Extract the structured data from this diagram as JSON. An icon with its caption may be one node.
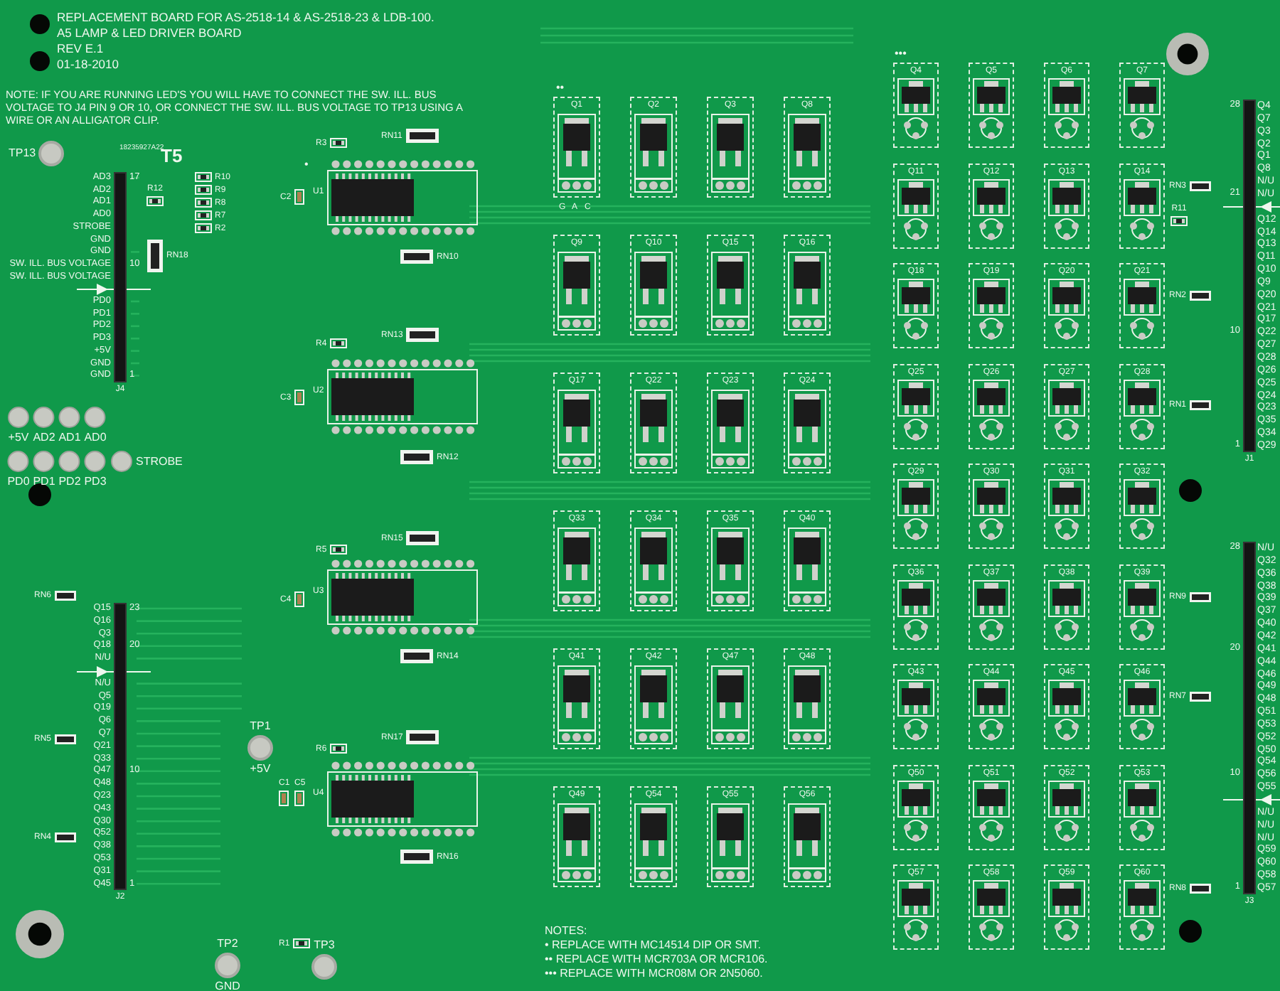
{
  "diagram": {
    "nodes": [
      {
        "text": [
          "Q1"
        ],
        "beside": [
          "••"
        ]
      },
      {
        "text": [
          "Q2"
        ]
      },
      {
        "text": [
          "Q3"
        ]
      },
      {
        "text": [
          "Q8"
        ]
      },
      {
        "text": [
          "Q9"
        ]
      },
      {
        "text": [
          "Q10"
        ]
      },
      {
        "text": [
          "Q15"
        ]
      },
      {
        "text": [
          "Q16"
        ]
      },
      {
        "text": [
          "Q17"
        ]
      },
      {
        "text": [
          "Q22"
        ]
      },
      {
        "text": [
          "Q23"
        ]
      },
      {
        "text": [
          "Q24"
        ]
      },
      {
        "text": [
          "Q33"
        ]
      },
      {
        "text": [
          "Q34"
        ]
      },
      {
        "text": [
          "Q35"
        ]
      },
      {
        "text": [
          "Q40"
        ]
      },
      {
        "text": [
          "Q41"
        ]
      },
      {
        "text": [
          "Q42"
        ]
      },
      {
        "text": [
          "Q47"
        ]
      },
      {
        "text": [
          "Q48"
        ]
      },
      {
        "text": [
          "Q49"
        ]
      },
      {
        "text": [
          "Q54"
        ]
      },
      {
        "text": [
          "Q55"
        ]
      },
      {
        "text": [
          "Q56"
        ]
      },
      {
        "text": [
          "Q4"
        ],
        "beside": [
          "•••"
        ]
      },
      {
        "text": [
          "Q5"
        ]
      },
      {
        "text": [
          "Q6"
        ]
      },
      {
        "text": [
          "Q7"
        ]
      },
      {
        "text": [
          "Q11"
        ]
      },
      {
        "text": [
          "Q12"
        ]
      },
      {
        "text": [
          "Q13"
        ]
      },
      {
        "text": [
          "Q14"
        ]
      },
      {
        "text": [
          "Q18"
        ]
      },
      {
        "text": [
          "Q19"
        ]
      },
      {
        "text": [
          "Q20"
        ]
      },
      {
        "text": [
          "Q21"
        ]
      },
      {
        "text": [
          "Q25"
        ]
      },
      {
        "text": [
          "Q26"
        ]
      },
      {
        "text": [
          "Q27"
        ]
      },
      {
        "text": [
          "Q28"
        ]
      },
      {
        "text": [
          "Q29"
        ]
      },
      {
        "text": [
          "Q30"
        ]
      },
      {
        "text": [
          "Q31"
        ]
      },
      {
        "text": [
          "Q32"
        ]
      },
      {
        "text": [
          "Q36"
        ]
      },
      {
        "text": [
          "Q37"
        ]
      },
      {
        "text": [
          "Q38"
        ]
      },
      {
        "text": [
          "Q39"
        ]
      },
      {
        "text": [
          "Q43"
        ]
      },
      {
        "text": [
          "Q44"
        ]
      },
      {
        "text": [
          "Q45"
        ]
      },
      {
        "text": [
          "Q46"
        ]
      },
      {
        "text": [
          "Q50"
        ]
      },
      {
        "text": [
          "Q51"
        ]
      },
      {
        "text": [
          "Q52"
        ]
      },
      {
        "text": [
          "Q53"
        ]
      },
      {
        "text": [
          "Q57"
        ]
      },
      {
        "text": [
          "Q58"
        ]
      },
      {
        "text": [
          "Q59"
        ]
      },
      {
        "text": [
          "Q60"
        ]
      },
      {
        "text": [
          "U1"
        ],
        "beside": [
          "•"
        ]
      },
      {
        "text": [
          "U2"
        ]
      },
      {
        "text": [
          "U3"
        ]
      },
      {
        "text": [
          "U4"
        ]
      },
      {
        "text": [
          "RN11"
        ]
      },
      {
        "text": [
          "RN10"
        ]
      },
      {
        "text": [
          "RN13"
        ]
      },
      {
        "text": [
          "RN12"
        ]
      },
      {
        "text": [
          "RN15"
        ]
      },
      {
        "text": [
          "RN14"
        ]
      },
      {
        "text": [
          "RN17"
        ]
      },
      {
        "text": [
          "RN16"
        ]
      },
      {
        "text": [
          "RN18"
        ]
      },
      {
        "text": [
          "RN3"
        ]
      },
      {
        "text": [
          "RN2"
        ]
      },
      {
        "text": [
          "RN1"
        ]
      },
      {
        "text": [
          "RN9"
        ]
      },
      {
        "text": [
          "RN7"
        ]
      },
      {
        "text": [
          "RN8"
        ]
      },
      {
        "text": [
          "RN6"
        ]
      },
      {
        "text": [
          "RN5"
        ]
      },
      {
        "text": [
          "RN4"
        ]
      },
      {
        "text": [
          "R12"
        ]
      },
      {
        "text": [
          "R10"
        ]
      },
      {
        "text": [
          "R9"
        ]
      },
      {
        "text": [
          "R8"
        ]
      },
      {
        "text": [
          "R7"
        ]
      },
      {
        "text": [
          "R2"
        ]
      },
      {
        "text": [
          "R3"
        ]
      },
      {
        "text": [
          "R4"
        ]
      },
      {
        "text": [
          "R5"
        ]
      },
      {
        "text": [
          "R6"
        ]
      },
      {
        "text": [
          "R11"
        ]
      },
      {
        "text": [
          "R1"
        ]
      },
      {
        "text": [
          "C2"
        ]
      },
      {
        "text": [
          "C3"
        ]
      },
      {
        "text": [
          "C4"
        ]
      },
      {
        "text": [
          "C1"
        ]
      },
      {
        "text": [
          "C5"
        ]
      },
      {
        "text": [
          "TP13"
        ]
      },
      {
        "text": [
          "TP1"
        ],
        "beside": [
          "+5V"
        ]
      },
      {
        "text": [
          "TP2"
        ],
        "beside": [
          "GND"
        ]
      },
      {
        "text": [
          "TP3"
        ]
      },
      {
        "text": [
          "+5V"
        ]
      },
      {
        "text": [
          "AD2"
        ]
      },
      {
        "text": [
          "AD1"
        ]
      },
      {
        "text": [
          "AD0"
        ]
      },
      {
        "text": [
          "PD0"
        ]
      },
      {
        "text": [
          "PD1"
        ]
      },
      {
        "text": [
          "PD2"
        ]
      },
      {
        "text": [
          "PD3"
        ]
      },
      {
        "text": [
          "STROBE"
        ]
      },
      {
        "text": [
          "J4"
        ],
        "beside": [
          "AD3",
          "AD2",
          "AD1",
          "AD0",
          "STROBE",
          "GND",
          "GND",
          "SW. ILL. BUS VOLTAGE",
          "SW. ILL. BUS VOLTAGE",
          "PD0",
          "PD1",
          "PD2",
          "PD3",
          "+5V",
          "GND",
          "GND",
          "17",
          "10",
          "1"
        ]
      },
      {
        "text": [
          "J2"
        ],
        "beside": [
          "Q15",
          "Q16",
          "Q3",
          "Q18",
          "N/U",
          "N/U",
          "Q5",
          "Q19",
          "Q6",
          "Q7",
          "Q21",
          "Q33",
          "Q47",
          "Q48",
          "Q23",
          "Q43",
          "Q30",
          "Q52",
          "Q38",
          "Q53",
          "Q31",
          "Q45",
          "23",
          "20",
          "10",
          "1"
        ]
      },
      {
        "text": [
          "J1"
        ],
        "beside": [
          "Q4",
          "Q7",
          "Q3",
          "Q2",
          "Q1",
          "Q8",
          "N/U",
          "N/U",
          "Q12",
          "Q14",
          "Q13",
          "Q11",
          "Q10",
          "Q9",
          "Q20",
          "Q21",
          "Q17",
          "Q22",
          "Q27",
          "Q28",
          "Q26",
          "Q25",
          "Q24",
          "Q23",
          "Q35",
          "Q34",
          "Q29",
          "28",
          "21",
          "10",
          "1"
        ]
      },
      {
        "text": [
          "J3"
        ],
        "beside": [
          "N/U",
          "Q32",
          "Q36",
          "Q38",
          "Q39",
          "Q37",
          "Q40",
          "Q42",
          "Q41",
          "Q44",
          "Q46",
          "Q49",
          "Q48",
          "Q51",
          "Q53",
          "Q52",
          "Q50",
          "Q54",
          "Q56",
          "Q55",
          "N/U",
          "N/U",
          "N/U",
          "Q59",
          "Q60",
          "Q58",
          "Q57",
          "28",
          "20",
          "10",
          "1"
        ]
      }
    ],
    "labels": [
      "REPLACEMENT BOARD FOR AS-2518-14 & AS-2518-23 & LDB-100.",
      "A5 LAMP & LED DRIVER BOARD",
      "REV E.1",
      "01-18-2010",
      "NOTE: IF YOU ARE RUNNING LED'S YOU WILL HAVE TO CONNECT THE SW. ILL. BUS VOLTAGE TO J4 PIN 9 OR 10, OR CONNECT THE SW. ILL. BUS VOLTAGE TO TP13 USING A WIRE OR AN ALLIGATOR CLIP.",
      "18235927A22",
      "T5",
      "G",
      "A",
      "C",
      "NOTES:",
      "• REPLACE WITH MC14514 DIP OR SMT.",
      "•• REPLACE WITH MCR703A OR MCR106.",
      "••• REPLACE WITH MCR08M OR 2N5060."
    ]
  }
}
